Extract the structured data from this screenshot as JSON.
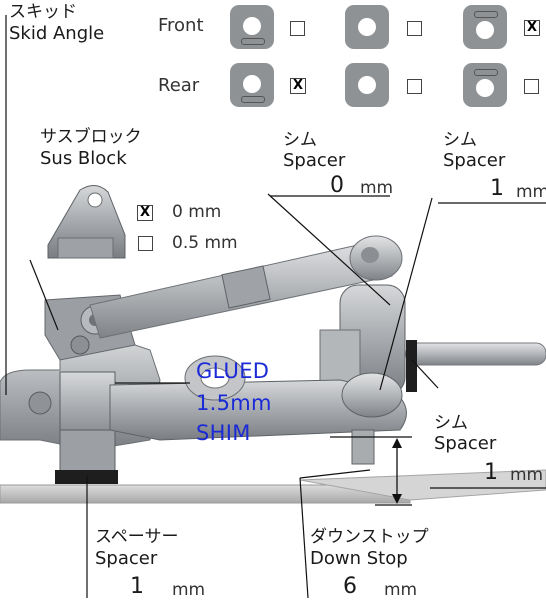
{
  "skid": {
    "label_jp": "スキッド",
    "label_en": "Skid Angle"
  },
  "rows": {
    "front": {
      "label": "Front",
      "options": [
        {
          "checked": false,
          "mark": ""
        },
        {
          "checked": false,
          "mark": ""
        },
        {
          "checked": true,
          "mark": "X"
        }
      ]
    },
    "rear": {
      "label": "Rear",
      "options": [
        {
          "checked": true,
          "mark": "X"
        },
        {
          "checked": false,
          "mark": ""
        },
        {
          "checked": false,
          "mark": ""
        }
      ]
    }
  },
  "sus_block": {
    "label_jp": "サスブロック",
    "label_en": "Sus Block",
    "options": [
      {
        "mark": "X",
        "text": "0 mm",
        "checked": true
      },
      {
        "mark": "",
        "text": "0.5 mm",
        "checked": false
      }
    ]
  },
  "spacer_top_left": {
    "label_jp": "シム",
    "label_en": "Spacer",
    "value": "0",
    "unit": "mm"
  },
  "spacer_top_right": {
    "label_jp": "シム",
    "label_en": "Spacer",
    "value": "1",
    "unit": "mm"
  },
  "spacer_right": {
    "label_jp": "シム",
    "label_en": "Spacer",
    "value": "1",
    "unit": "mm"
  },
  "glued": {
    "line1": "GLUED",
    "line2": "1.5mm",
    "line3": "SHIM"
  },
  "spacer_bottom": {
    "label_jp": "スペーサー",
    "label_en": "Spacer",
    "value": "1",
    "unit": "mm"
  },
  "down_stop": {
    "label_jp": "ダウンストップ",
    "label_en": "Down Stop",
    "value": "6",
    "unit": "mm"
  },
  "colors": {
    "part_grey": "#a9acaf",
    "part_dark": "#7d8185",
    "glued_text": "#1a2ad6",
    "shim_black": "#1e1e1e"
  }
}
